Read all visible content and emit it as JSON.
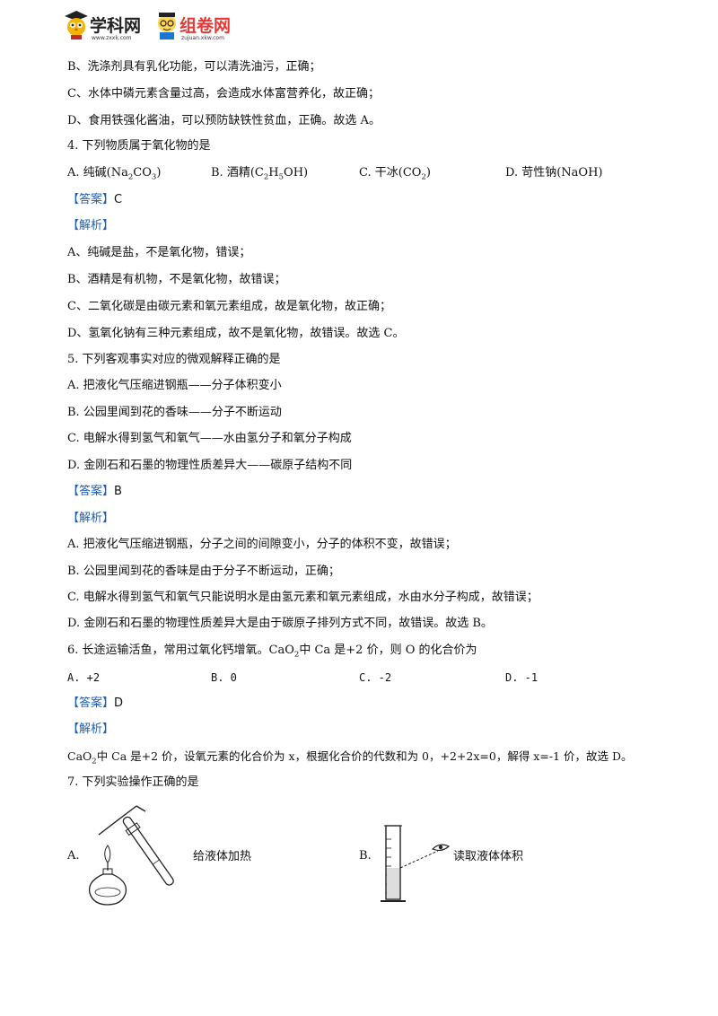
{
  "header": {
    "logo1_name": "学科网",
    "logo1_url": "www.zxxk.com",
    "logo2_name": "组卷网",
    "logo2_url": "zujuan.xkw.com"
  },
  "lines": {
    "l1": "B、洗涤剂具有乳化功能，可以清洗油污，正确；",
    "l2": "C、水体中磷元素含量过高，会造成水体富营养化，故正确；",
    "l3": "D、食用铁强化酱油，可以预防缺铁性贫血，正确。故选 A。",
    "q4": "4. 下列物质属于氧化物的是",
    "q4_answer_tag": "【答案】",
    "q4_answer": "C",
    "q4_analysis_tag": "【解析】",
    "q4_a": "A、纯碱是盐，不是氧化物，错误；",
    "q4_b": "B、酒精是有机物，不是氧化物，故错误；",
    "q4_c": "C、二氧化碳是由碳元素和氧元素组成，故是氧化物，故正确；",
    "q4_d": "D、氢氧化钠有三种元素组成，故不是氧化物，故错误。故选 C。",
    "q5": "5. 下列客观事实对应的微观解释正确的是",
    "q5_opt_a": "A. 把液化气压缩进钢瓶——分子体积变小",
    "q5_opt_b": "B. 公园里闻到花的香味——分子不断运动",
    "q5_opt_c": "C. 电解水得到氢气和氧气——水由氢分子和氧分子构成",
    "q5_opt_d": "D. 金刚石和石墨的物理性质差异大——碳原子结构不同",
    "q5_answer_tag": "【答案】",
    "q5_answer": "B",
    "q5_analysis_tag": "【解析】",
    "q5_a": "A. 把液化气压缩进钢瓶，分子之间的间隙变小，分子的体积不变，故错误；",
    "q5_b": "B. 公园里闻到花的香味是由于分子不断运动，正确；",
    "q5_c": "C. 电解水得到氢气和氧气只能说明水是由氢元素和氧元素组成，水由水分子构成，故错误；",
    "q5_d": "D. 金刚石和石墨的物理性质差异大是由于碳原子排列方式不同，故错误。故选 B。",
    "q6_pre": "6. 长途运输活鱼，常用过氧化钙增氧。CaO",
    "q6_sub": "2",
    "q6_post": "中 Ca 是+2 价，则 O 的化合价为",
    "q6_answer_tag": "【答案】",
    "q6_answer": "D",
    "q6_analysis_tag": "【解析】",
    "q6_sol_pre": "CaO",
    "q6_sol_sub": "2",
    "q6_sol_post": "中 Ca 是+2 价，设氧元素的化合价为 x，根据化合价的代数和为 0，+2+2x=0，解得 x=-1 价，故选 D。",
    "q7": "7. 下列实验操作正确的是"
  },
  "q4_options": {
    "a_pre": "A. 纯碱(Na",
    "a_s1": "2",
    "a_mid": "CO",
    "a_s2": "3",
    "a_post": ")",
    "b_pre": "B. 酒精(C",
    "b_s1": "2",
    "b_mid": "H",
    "b_s2": "5",
    "b_post": "OH)",
    "c_pre": "C. 干冰(CO",
    "c_s1": "2",
    "c_post": ")",
    "d_text": "D. 苛性钠(NaOH)"
  },
  "q6_options": {
    "a": "A.  +2",
    "b": "B.  0",
    "c": "C.  -2",
    "d": "D.  -1"
  },
  "q7_options": {
    "a_letter": "A.",
    "a_caption": "给液体加热",
    "b_letter": "B.",
    "b_caption": "读取液体体积"
  }
}
